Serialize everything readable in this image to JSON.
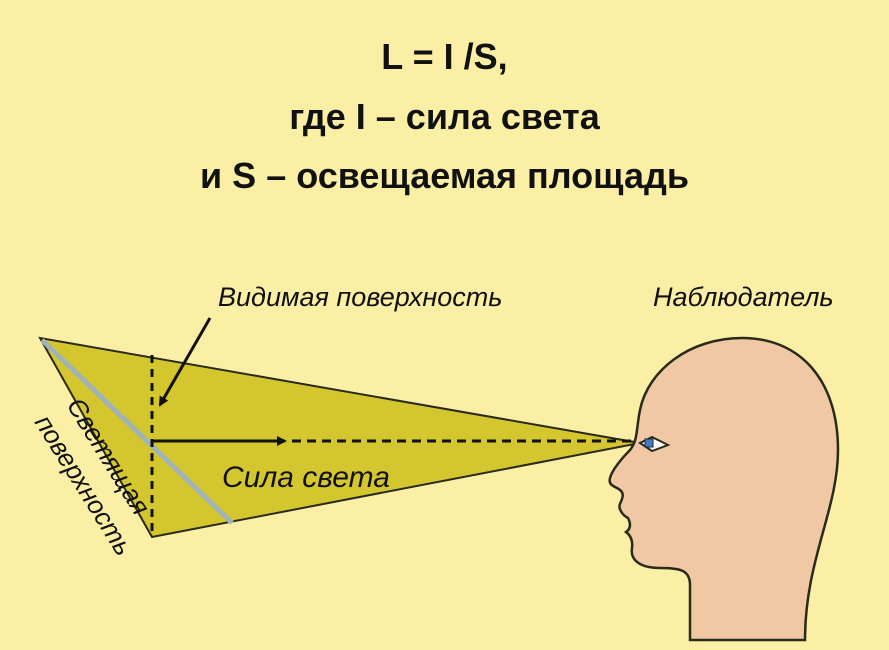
{
  "formula": {
    "line1": "L = I /S,",
    "line2": "где I – сила света",
    "line3": "и S – освещаемая площадь"
  },
  "labels": {
    "visible_surface": "Видимая поверхность",
    "observer": "Наблюдатель",
    "luminous_intensity": "Сила света",
    "emitting_surface_line1": "Светящая",
    "emitting_surface_line2": "поверхность"
  },
  "colors": {
    "background": "#fbefa6",
    "light_cone": "#d4c62e",
    "emitting_surface": "#9fb3b8",
    "head": "#f0c9a4"
  }
}
